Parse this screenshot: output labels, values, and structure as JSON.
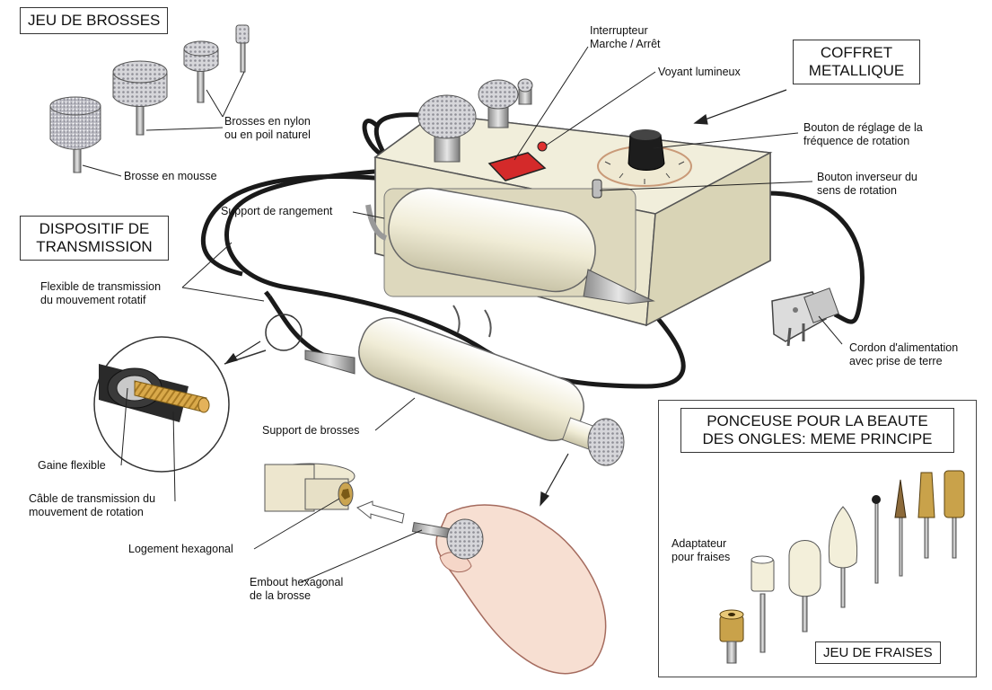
{
  "titles": {
    "brushes_set": "JEU DE BROSSES",
    "transmission": [
      "DISPOSITIF DE",
      "TRANSMISSION"
    ],
    "metal_case": [
      "COFFRET",
      "METALLIQUE"
    ],
    "sander": [
      "PONCEUSE POUR LA BEAUTE",
      "DES ONGLES: MEME PRINCIPE"
    ],
    "bits_set": "JEU DE FRAISES"
  },
  "labels": {
    "switch": [
      "Interrupteur",
      "Marche / Arrêt"
    ],
    "indicator_light": "Voyant lumineux",
    "speed_knob": [
      "Bouton de réglage de la",
      "fréquence de rotation"
    ],
    "reverse_switch": [
      "Bouton inverseur du",
      "sens de rotation"
    ],
    "storage_support": "Support de rangement",
    "nylon_brushes": [
      "Brosses en nylon",
      "ou en poil naturel"
    ],
    "foam_brush": "Brosse en mousse",
    "flexible_cable": [
      "Flexible de transmission",
      "du mouvement rotatif"
    ],
    "power_cord": [
      "Cordon d'alimentation",
      "avec prise de terre"
    ],
    "brush_holder": "Support de brosses",
    "flexible_sheath": "Gaine flexible",
    "drive_cable": [
      "Câble de transmission du",
      "mouvement de rotation"
    ],
    "hex_socket": "Logement hexagonal",
    "hex_tip": [
      "Embout hexagonal",
      "de la brosse"
    ],
    "bit_adapter": [
      "Adaptateur",
      "pour fraises"
    ]
  },
  "colors": {
    "case_body": "#ebe7cf",
    "case_top": "#f1eedb",
    "cable": "#1a1a1a",
    "switch_red": "#d42a2a",
    "handle": "#f0ecd6",
    "brass": "#c9a24a",
    "brush_grey": "#c8c8cc"
  }
}
